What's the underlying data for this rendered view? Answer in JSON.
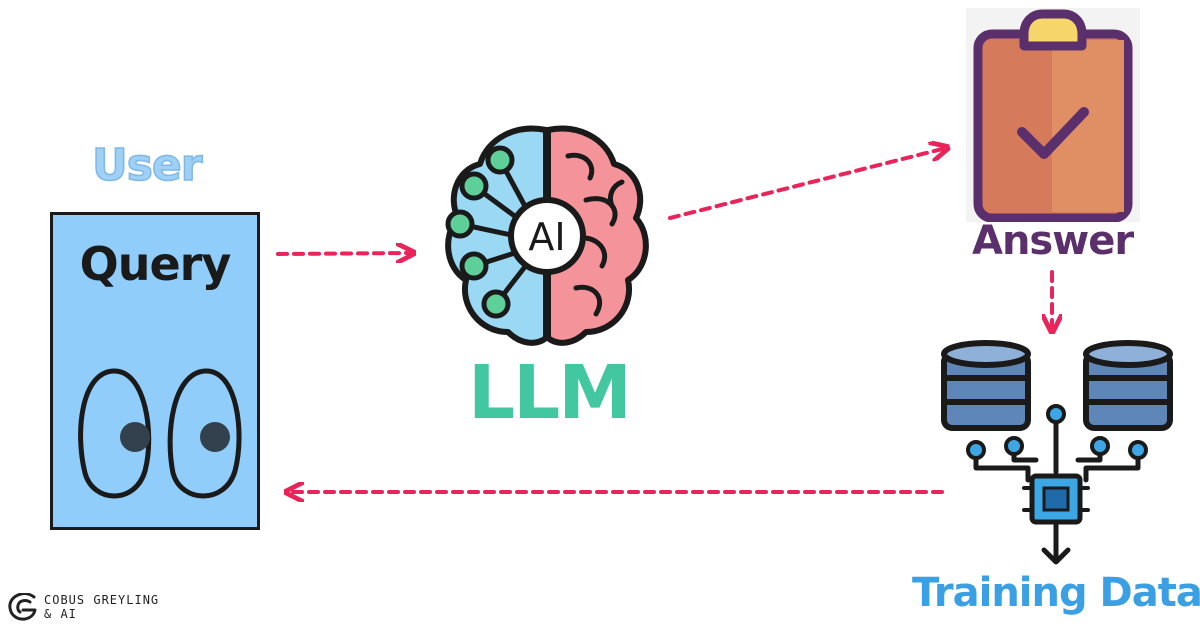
{
  "nodes": {
    "user": "User",
    "query": "Query",
    "llm": "LLM",
    "ai_badge": "AI",
    "answer": "Answer",
    "training_data": "Training Data"
  },
  "brand": {
    "line1": "COBUS GREYLING",
    "line2": "& AI"
  },
  "colors": {
    "arrow": "#e8245a",
    "query_card": "#90cdfb",
    "llm_label": "#43c7a0",
    "answer_label": "#5b2f6b",
    "training_label": "#3a9fe3"
  }
}
